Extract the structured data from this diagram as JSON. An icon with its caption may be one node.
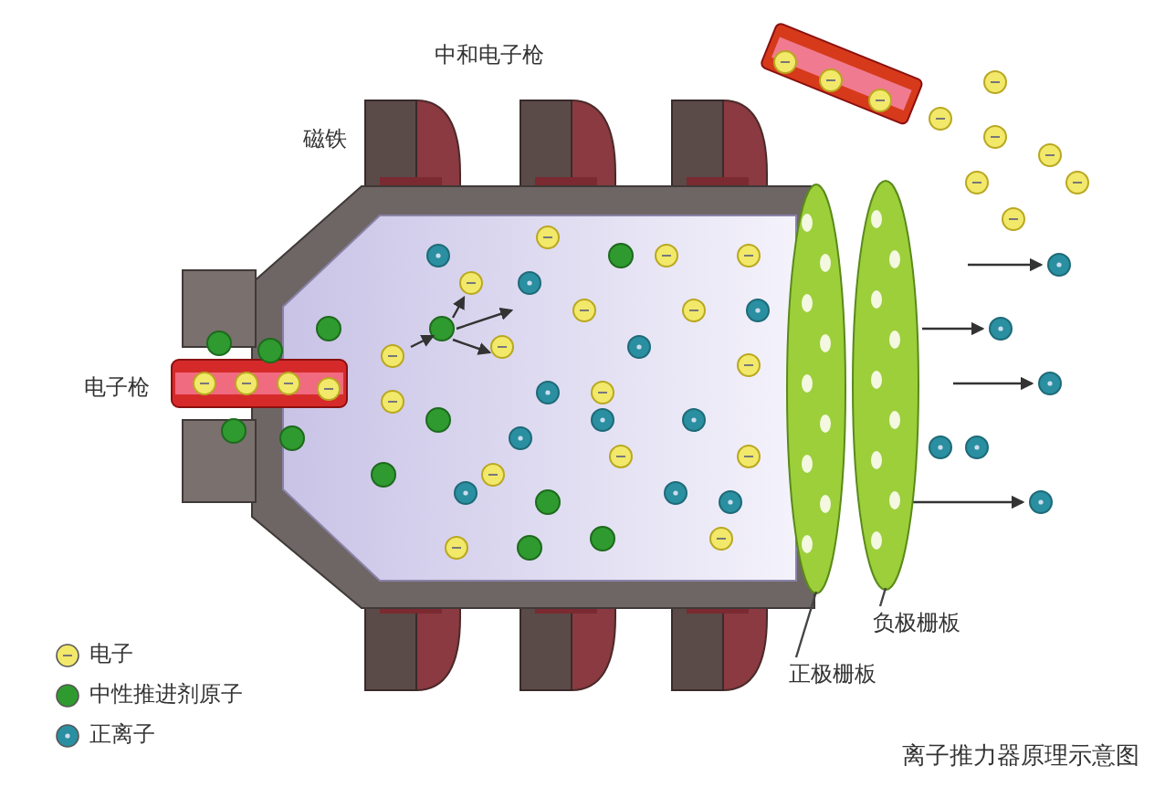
{
  "diagram": {
    "caption": "离子推力器原理示意图",
    "nodes": [
      {
        "text": [],
        "shape": "disc"
      },
      {
        "text": [],
        "shape": "disc"
      },
      {
        "text": [
          "负极栅板"
        ]
      },
      {
        "text": [
          "正极栅板"
        ]
      }
    ],
    "edges": [
      {
        "from": 2,
        "to": 1,
        "arrow": "none"
      },
      {
        "from": 3,
        "to": 0,
        "arrow": "none"
      }
    ],
    "labels": [
      "中和电子枪",
      "磁铁",
      "电子枪"
    ],
    "legend": [
      {
        "text": "电子",
        "color": "#f2e86a"
      },
      {
        "text": "中性推进剂原子",
        "color": "#2f9a2f"
      },
      {
        "text": "正离子",
        "color": "#2a8fa0"
      }
    ]
  }
}
